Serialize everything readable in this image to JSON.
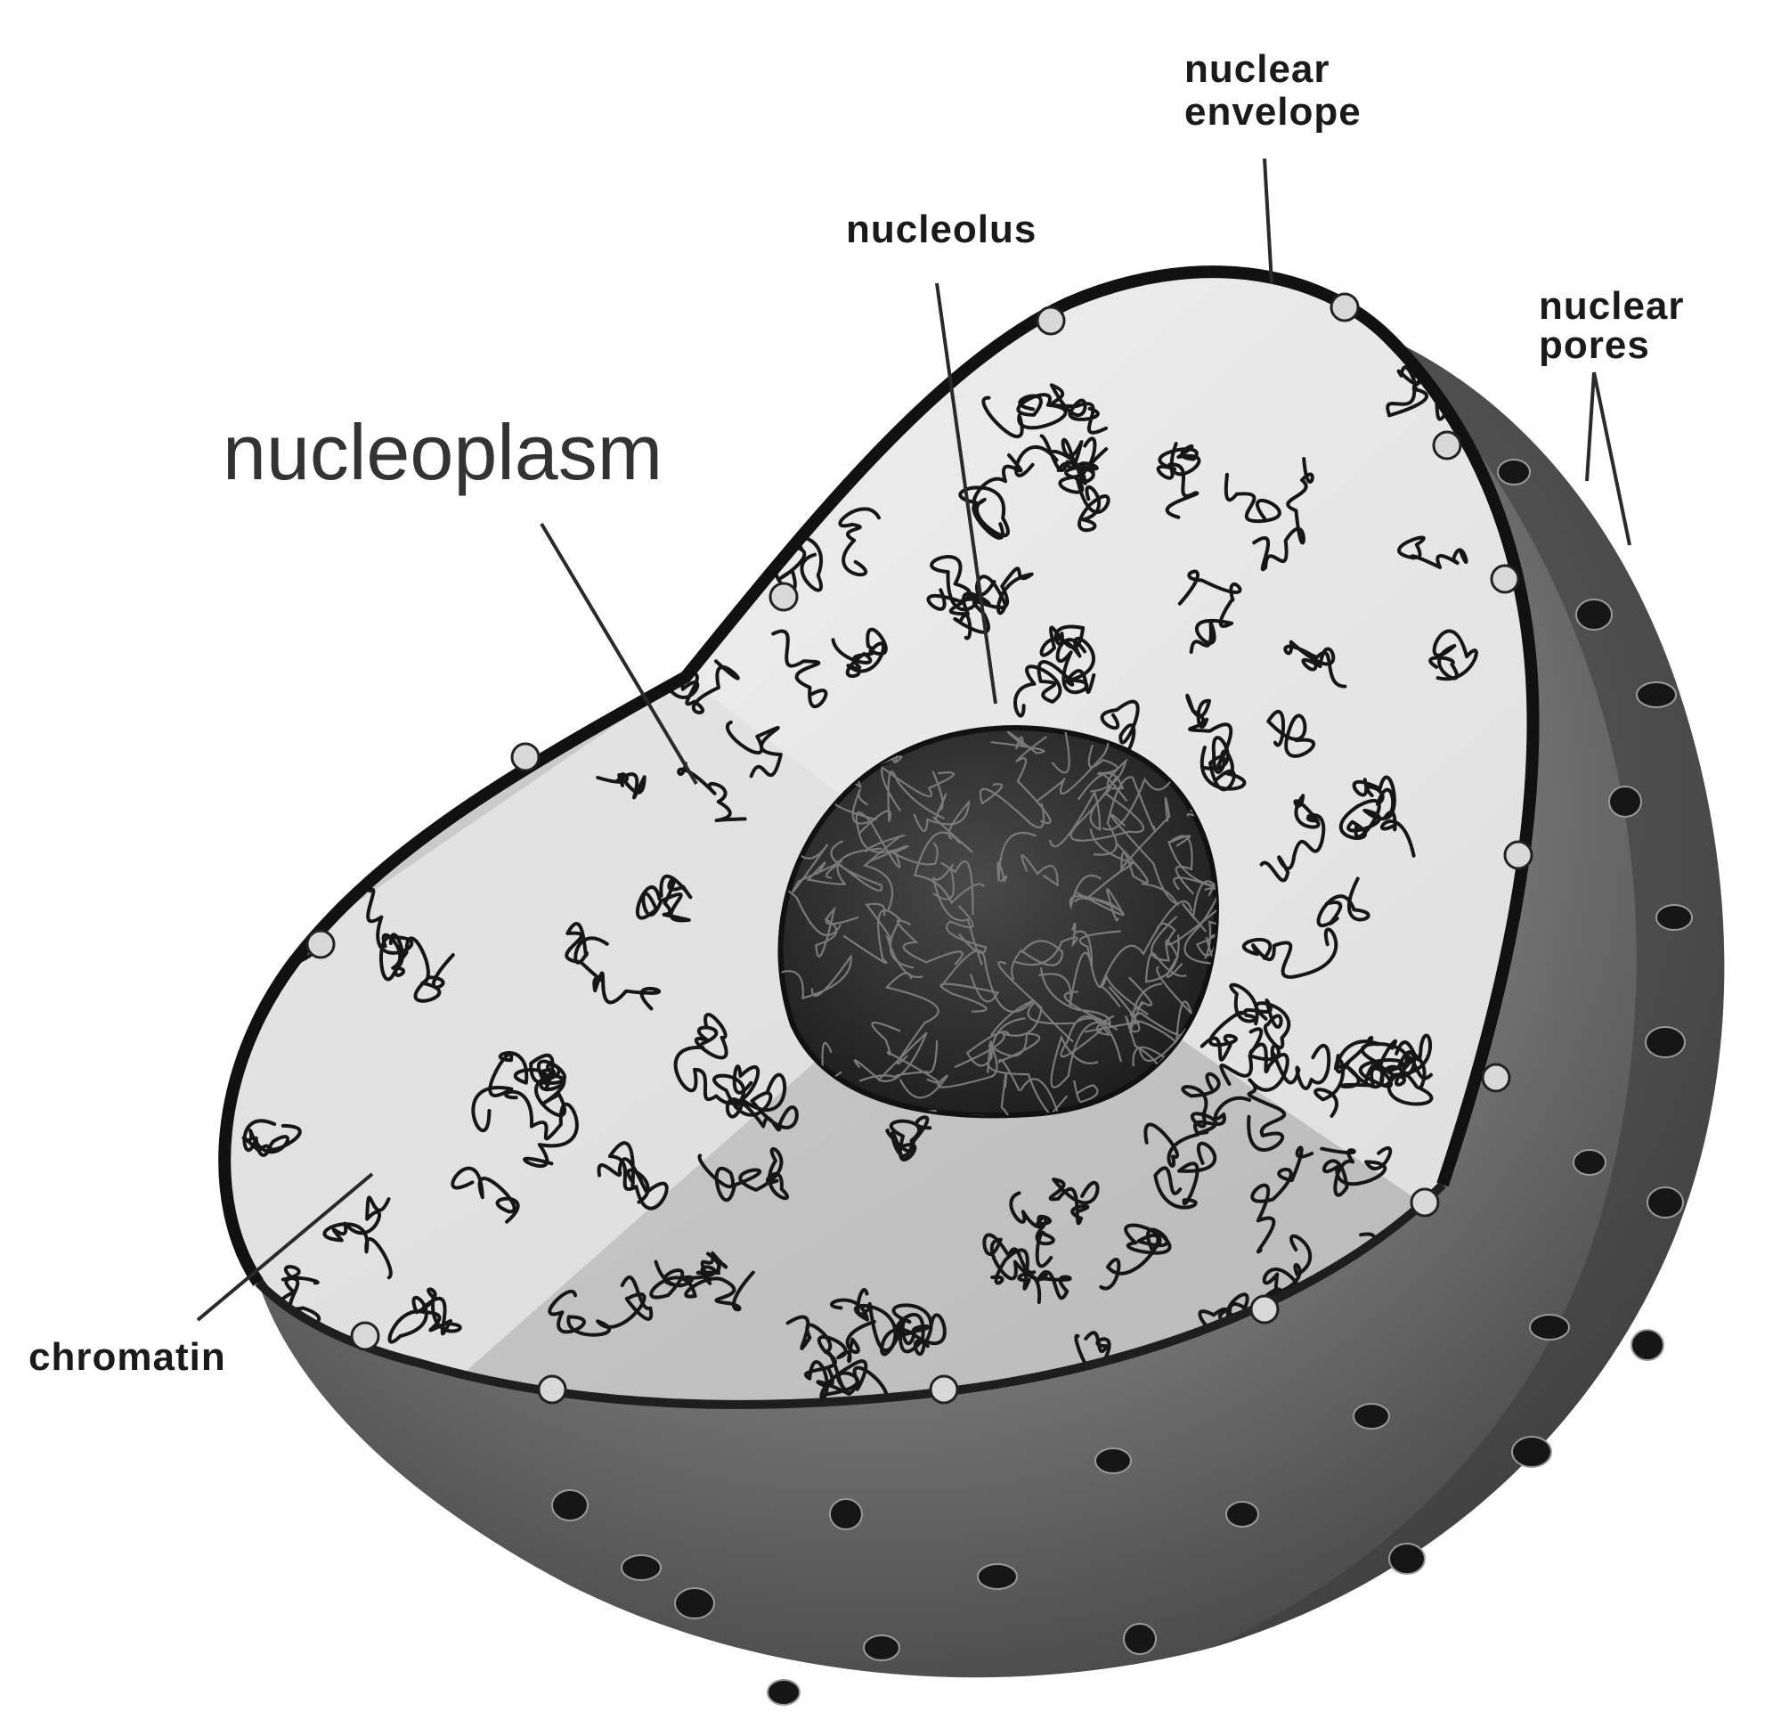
{
  "diagram": {
    "labels": {
      "nuclear_envelope": [
        "nuclear",
        "envelope"
      ],
      "nucleolus": "nucleolus",
      "nuclear_pores": [
        "nuclear",
        "pores"
      ],
      "nucleoplasm": "nucleoplasm",
      "chromatin": "chromatin"
    },
    "colors": {
      "outer_shell": "#6b6b6b",
      "shell_shadow": "#2e2e2e",
      "cut_face_light": "#e6e6e6",
      "cut_face_mid": "#bdbdbd",
      "envelope_rim": "#111111",
      "nucleolus": "#2a2a2a",
      "pores": "#1a1a1a"
    }
  }
}
